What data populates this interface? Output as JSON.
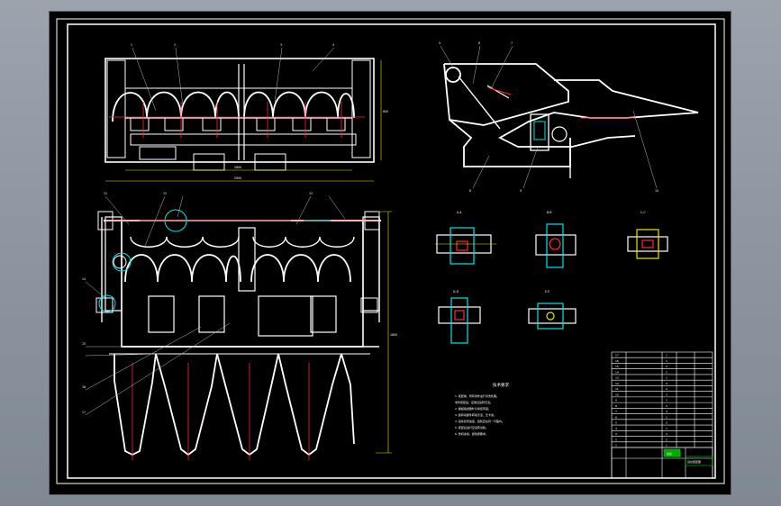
{
  "drawing": {
    "tech_requirements_title": "技术要求",
    "notes": [
      "1. 装配前，所有零件进行清洗处理。",
      "   零件装配后，应保证运转灵活。",
      "2. 螺旋输送器叶片焊接牢固。",
      "3. 各转动部件转动灵活，无卡滞。",
      "4. 链条张紧适度，链轮应在同一平面内。",
      "5. 装配后进行空运转试验。",
      "6. 整机涂漆，颜色按要求。"
    ],
    "title_block_name": "割台装配图",
    "stamp_label": "割台",
    "bom_rows": [
      [
        "17",
        "",
        "1",
        ""
      ],
      [
        "16",
        "",
        "1",
        ""
      ],
      [
        "15",
        "",
        "2",
        ""
      ],
      [
        "14",
        "",
        "2",
        ""
      ],
      [
        "13",
        "",
        "1",
        ""
      ],
      [
        "12",
        "",
        "4",
        ""
      ],
      [
        "11",
        "",
        "2",
        ""
      ],
      [
        "10",
        "",
        "2",
        ""
      ],
      [
        "9",
        "",
        "1",
        ""
      ],
      [
        "8",
        "",
        "2",
        ""
      ],
      [
        "7",
        "",
        "4",
        ""
      ],
      [
        "6",
        "",
        "1",
        ""
      ],
      [
        "5",
        "",
        "2",
        ""
      ],
      [
        "4",
        "",
        "1",
        ""
      ],
      [
        "3",
        "",
        "4",
        ""
      ],
      [
        "2",
        "",
        "2",
        ""
      ],
      [
        "1",
        "",
        "1",
        ""
      ]
    ],
    "section_labels": [
      "A-A",
      "B-B",
      "C-C",
      "D-D",
      "E-E"
    ],
    "part_numbers": [
      "1",
      "2",
      "3",
      "4",
      "5",
      "6",
      "7",
      "8",
      "9",
      "10",
      "11",
      "12",
      "13",
      "14",
      "15",
      "16",
      "17"
    ]
  },
  "colors": {
    "background": "#000000",
    "line": "#ffffff",
    "center_line": "#ff2a2a",
    "dimension": "#e8e800",
    "hatch": "#00e8e8",
    "leader": "#cccccc",
    "accent_green": "#00cc00"
  }
}
